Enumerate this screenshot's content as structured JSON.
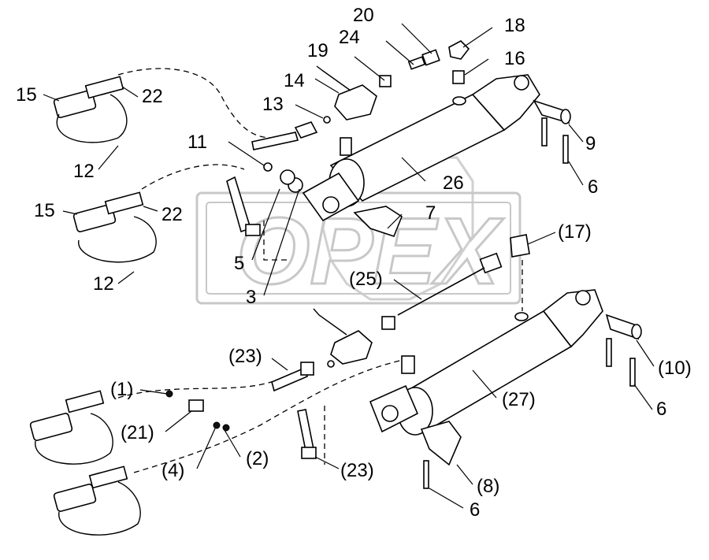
{
  "watermark": {
    "text": "OPEX"
  },
  "labels": [
    {
      "id": "l20",
      "text": "20"
    },
    {
      "id": "l18",
      "text": "18"
    },
    {
      "id": "l24",
      "text": "24"
    },
    {
      "id": "l19",
      "text": "19"
    },
    {
      "id": "l16",
      "text": "16"
    },
    {
      "id": "l14",
      "text": "14"
    },
    {
      "id": "l15a",
      "text": "15"
    },
    {
      "id": "l22a",
      "text": "22"
    },
    {
      "id": "l13",
      "text": "13"
    },
    {
      "id": "l9",
      "text": "9"
    },
    {
      "id": "l11",
      "text": "11"
    },
    {
      "id": "l12a",
      "text": "12"
    },
    {
      "id": "l26",
      "text": "26"
    },
    {
      "id": "l6a",
      "text": "6"
    },
    {
      "id": "l15b",
      "text": "15"
    },
    {
      "id": "l22b",
      "text": "22"
    },
    {
      "id": "l7",
      "text": "7"
    },
    {
      "id": "l17",
      "text": "(17)"
    },
    {
      "id": "l5",
      "text": "5"
    },
    {
      "id": "l12b",
      "text": "12"
    },
    {
      "id": "l25",
      "text": "(25)"
    },
    {
      "id": "l3",
      "text": "3"
    },
    {
      "id": "l23a",
      "text": "(23)"
    },
    {
      "id": "l10",
      "text": "(10)"
    },
    {
      "id": "l1",
      "text": "(1)"
    },
    {
      "id": "l27",
      "text": "(27)"
    },
    {
      "id": "l6b",
      "text": "6"
    },
    {
      "id": "l21",
      "text": "(21)"
    },
    {
      "id": "l2",
      "text": "(2)"
    },
    {
      "id": "l4",
      "text": "(4)"
    },
    {
      "id": "l8",
      "text": "(8)"
    },
    {
      "id": "l23b",
      "text": "(23)"
    },
    {
      "id": "l6c",
      "text": "6"
    }
  ]
}
